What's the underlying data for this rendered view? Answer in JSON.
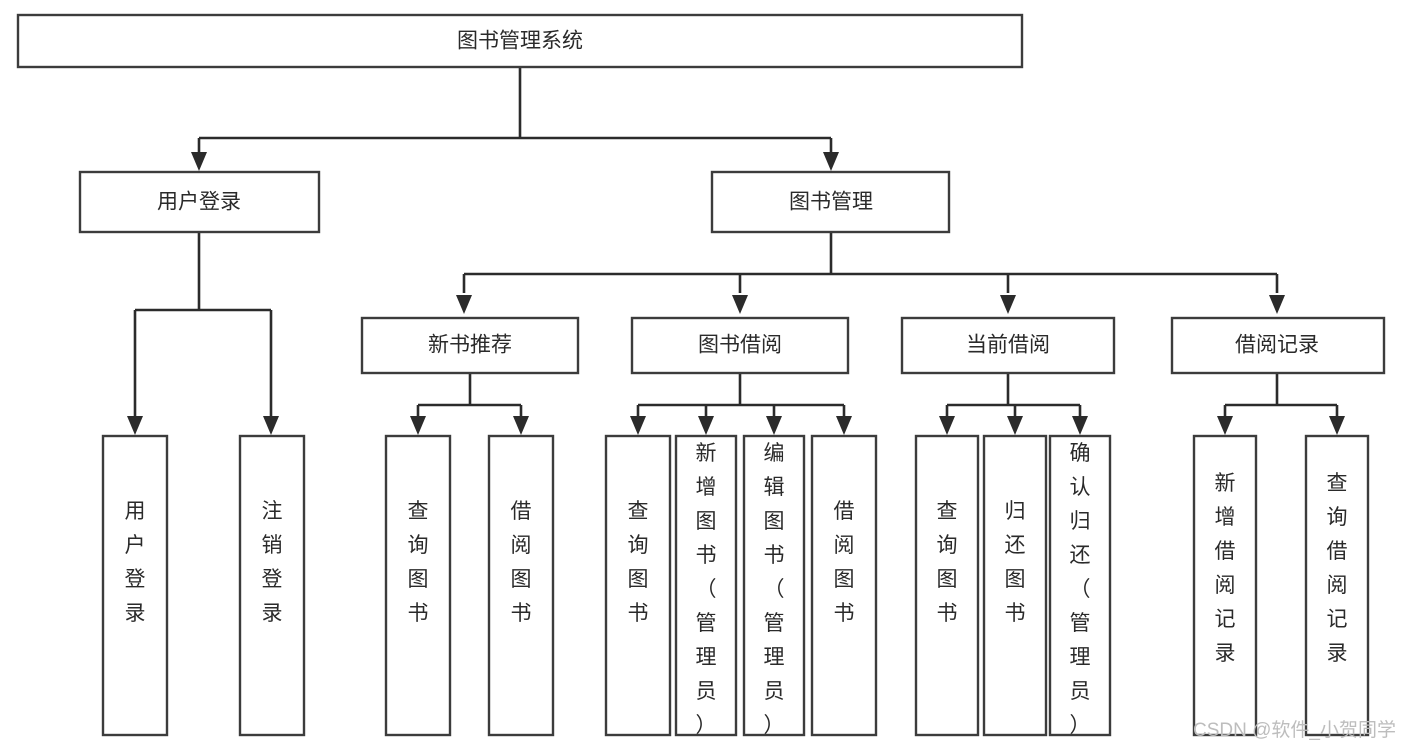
{
  "diagram": {
    "type": "tree-hierarchy",
    "title": "图书管理系统",
    "orientation": "top-down",
    "colors": {
      "box_fill": "#ffffff",
      "box_stroke": "#3c3c3c",
      "connector": "#2b2b2b",
      "text": "#2a2a2a",
      "watermark": "#bdbdbd",
      "background": "#ffffff"
    },
    "root": {
      "label": "图书管理系统"
    },
    "level2": [
      {
        "label": "用户登录"
      },
      {
        "label": "图书管理"
      }
    ],
    "level3": [
      {
        "label": "新书推荐"
      },
      {
        "label": "图书借阅"
      },
      {
        "label": "当前借阅"
      },
      {
        "label": "借阅记录"
      }
    ],
    "leaves": {
      "user_login": [
        {
          "label": "用户登录"
        },
        {
          "label": "注销登录"
        }
      ],
      "new_book_recommend": [
        {
          "label": "查询图书"
        },
        {
          "label": "借阅图书"
        }
      ],
      "book_borrow": [
        {
          "label": "查询图书"
        },
        {
          "label": "新增图书（管理员）"
        },
        {
          "label": "编辑图书（管理员）"
        },
        {
          "label": "借阅图书"
        }
      ],
      "current_borrow": [
        {
          "label": "查询图书"
        },
        {
          "label": "归还图书"
        },
        {
          "label": "确认归还（管理员）"
        }
      ],
      "borrow_record": [
        {
          "label": "新增借阅记录"
        },
        {
          "label": "查询借阅记录"
        }
      ]
    }
  },
  "watermark": {
    "text": "CSDN @软件_小贺同学"
  }
}
